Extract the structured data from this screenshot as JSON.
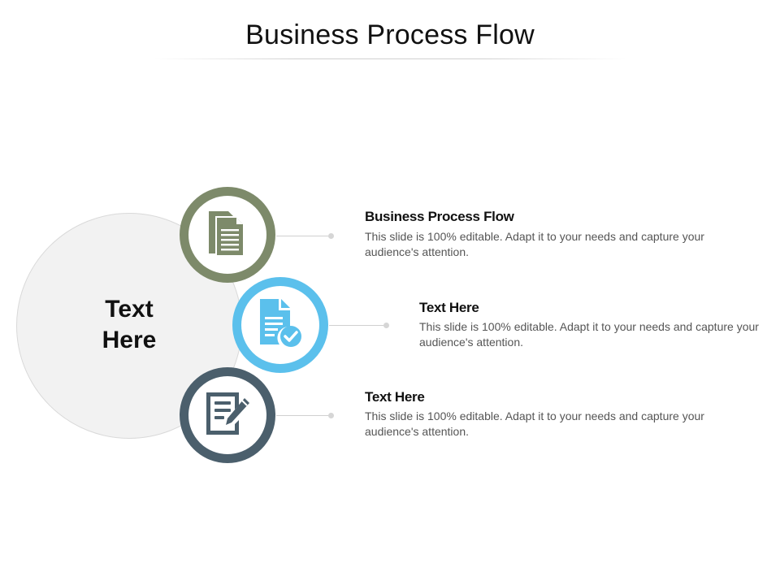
{
  "title": "Business Process Flow",
  "center": {
    "label": "Text Here"
  },
  "colors": {
    "ring_1": "#7d8a6a",
    "ring_2": "#5bc0ec",
    "ring_3": "#4b5f6c",
    "center_fill": "#f2f2f2"
  },
  "items": [
    {
      "heading": "Business Process Flow",
      "description": "This slide is 100% editable. Adapt it to your needs and capture your audience's attention.",
      "icon": "documents-icon"
    },
    {
      "heading": "Text Here",
      "description": "This slide is 100% editable. Adapt it to your needs and capture your audience's attention.",
      "icon": "document-check-icon"
    },
    {
      "heading": "Text Here",
      "description": "This slide is 100% editable. Adapt it to your needs and capture your audience's attention.",
      "icon": "document-edit-icon"
    }
  ]
}
